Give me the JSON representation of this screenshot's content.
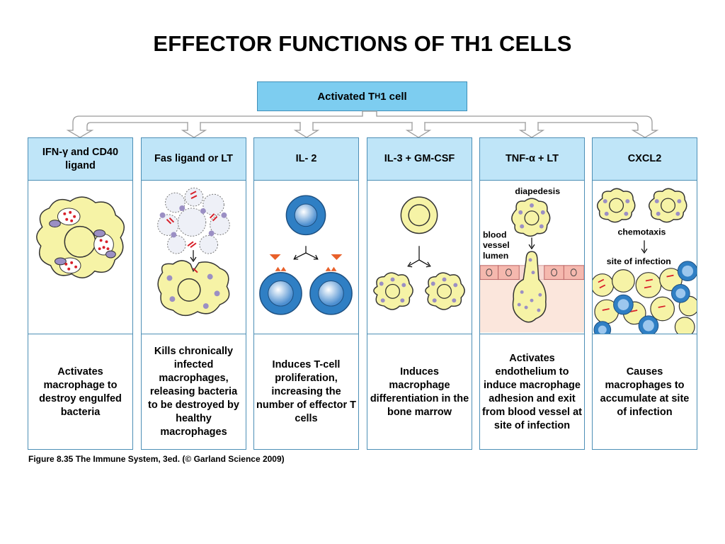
{
  "title": "EFFECTOR FUNCTIONS OF TH1 CELLS",
  "top_box": {
    "prefix": "Activated T",
    "sub": "H",
    "suffix": "1 cell"
  },
  "panels": [
    {
      "header": "IFN-γ and CD40 ligand",
      "description": "Activates macrophage to destroy engulfed bacteria"
    },
    {
      "header": "Fas ligand or LT",
      "description": "Kills chronically infected macrophages, releasing bacteria to be destroyed by healthy macrophages"
    },
    {
      "header": "IL- 2",
      "description": "Induces T-cell proliferation, increasing the number of effector T cells"
    },
    {
      "header": "IL-3 + GM-CSF",
      "description": "Induces macrophage differentiation in the bone marrow"
    },
    {
      "header": "TNF-α + LT",
      "description": "Activates endothelium to induce macrophage adhesion and exit from blood vessel at site of infection"
    },
    {
      "header": "CXCL2",
      "description": "Causes macrophages to accumulate at site of infection"
    }
  ],
  "labels": {
    "diapedesis": "diapedesis",
    "blood": "blood",
    "vessel": "vessel",
    "lumen": "lumen",
    "chemotaxis": "chemotaxis",
    "site_of_infection": "site of infection"
  },
  "caption": "Figure 8.35  The Immune System, 3ed. (© Garland Science 2009)",
  "colors": {
    "header_bg": "#bfe5f8",
    "top_box_bg": "#7dcdf0",
    "border": "#4d8fb6",
    "macrophage": "#f6f3a6",
    "t_cell": "#2f7fc4",
    "bacteria": "#d8202a",
    "vessel_wall": "#f5b8ae"
  }
}
